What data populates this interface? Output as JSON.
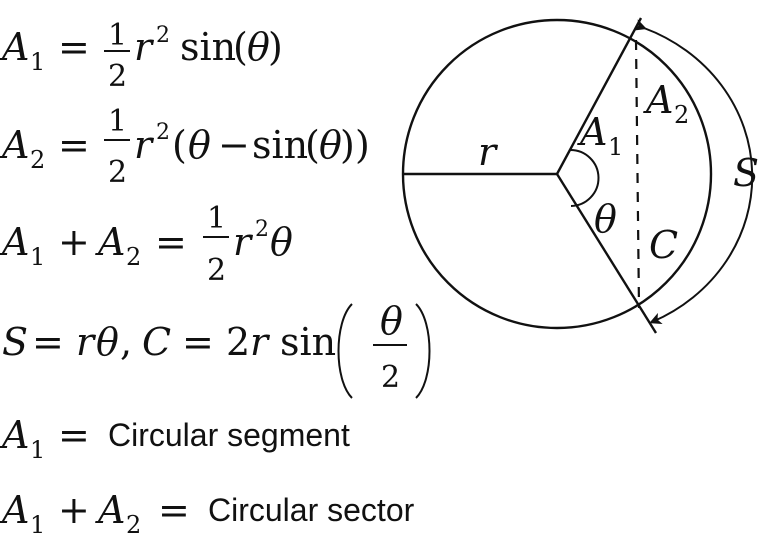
{
  "diagram": {
    "labels": {
      "r": "r",
      "theta": "θ",
      "A": "A",
      "sub1": "1",
      "sub2": "2",
      "S": "S",
      "C": "C"
    }
  },
  "equations": {
    "sym_A": "A",
    "sym_S": "S",
    "sym_C": "C",
    "sub1": "1",
    "sub2": "2",
    "eq": "=",
    "plus": "+",
    "minus": "−",
    "half_num": "1",
    "half_den": "2",
    "r": "r",
    "sq": "2",
    "sin": "sin",
    "lparen": "(",
    "rparen": ")",
    "theta": "θ",
    "comma": ",",
    "two": "2",
    "text_segment": "Circular segment",
    "text_sector": "Circular sector"
  }
}
